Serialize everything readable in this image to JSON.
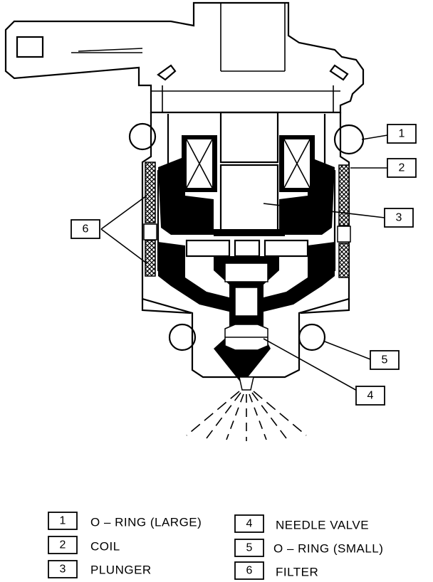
{
  "callouts": [
    {
      "num": "1"
    },
    {
      "num": "2"
    },
    {
      "num": "3"
    },
    {
      "num": "4"
    },
    {
      "num": "5"
    },
    {
      "num": "6"
    }
  ],
  "legend": [
    {
      "num": "1",
      "label": "O – RING (LARGE)"
    },
    {
      "num": "2",
      "label": "COIL"
    },
    {
      "num": "3",
      "label": "PLUNGER"
    },
    {
      "num": "4",
      "label": "NEEDLE VALVE"
    },
    {
      "num": "5",
      "label": "O – RING (SMALL)"
    },
    {
      "num": "6",
      "label": "FILTER"
    }
  ]
}
